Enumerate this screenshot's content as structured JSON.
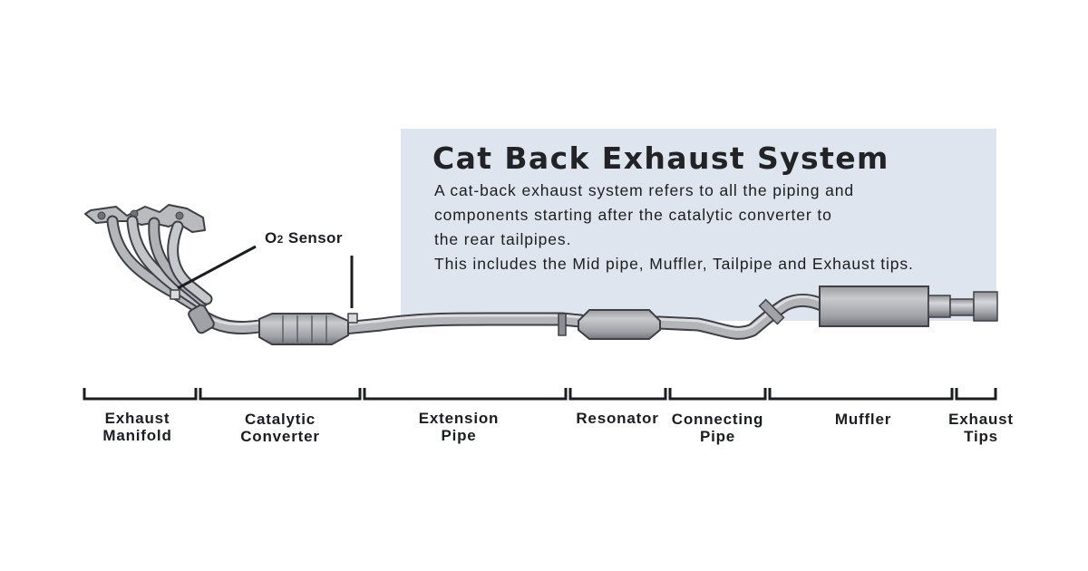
{
  "panel": {
    "title": "Cat Back Exhaust System",
    "lines": [
      "A cat-back exhaust system refers to all the piping and",
      "components starting after the catalytic converter to",
      "the rear tailpipes.",
      "This includes the Mid pipe, Muffler, Tailpipe and Exhaust tips."
    ]
  },
  "o2_label": {
    "main": "O",
    "sub": "2",
    "rest": " Sensor"
  },
  "segments": [
    {
      "line1": "Exhaust",
      "line2": "Manifold"
    },
    {
      "line1": "Catalytic",
      "line2": "Converter"
    },
    {
      "line1": "Extension",
      "line2": "Pipe"
    },
    {
      "line1": "Resonator",
      "line2": ""
    },
    {
      "line1": "Connecting",
      "line2": "Pipe"
    },
    {
      "line1": "Muffler",
      "line2": ""
    },
    {
      "line1": "Exhaust",
      "line2": "Tips"
    }
  ],
  "colors": {
    "panel": "#dfe5ee",
    "text": "#1c1d20",
    "metal": "#a7a9ae",
    "metal_dark": "#6f7278",
    "outline": "#3e4045"
  }
}
